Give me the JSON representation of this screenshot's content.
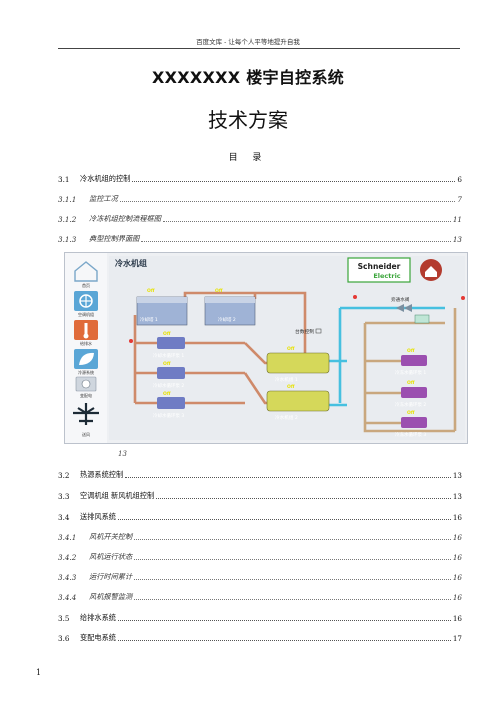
{
  "header": {
    "text": "百度文库 - 让每个人平等地提升自我"
  },
  "title": {
    "main": "XXXXXXX 楼宇自控系统",
    "sub": "技术方案"
  },
  "toc": {
    "heading": "目 录",
    "entries": [
      {
        "num": "3.1",
        "title": "冷水机组的控制",
        "page": "6",
        "level": 1
      },
      {
        "num": "3.1.1",
        "title": "监控工况",
        "page": "7",
        "level": 2
      },
      {
        "num": "3.1.2",
        "title": "冷冻机组控制流程框图",
        "page": "11",
        "level": 2
      },
      {
        "num": "3.1.3",
        "title": "典型控制界面图",
        "page": "13",
        "level": 2
      },
      {
        "num": "3.2",
        "title": "热源系统控制",
        "page": "13",
        "level": 1
      },
      {
        "num": "3.3",
        "title": "空调机组 新风机组控制",
        "page": "13",
        "level": 1
      },
      {
        "num": "3.4",
        "title": "送排风系统",
        "page": "16",
        "level": 1
      },
      {
        "num": "3.4.1",
        "title": "风机开关控制",
        "page": "16",
        "level": 2
      },
      {
        "num": "3.4.2",
        "title": "风机运行状态",
        "page": "16",
        "level": 2
      },
      {
        "num": "3.4.3",
        "title": "运行时间累计",
        "page": "16",
        "level": 2
      },
      {
        "num": "3.4.4",
        "title": "风机报警监测",
        "page": "16",
        "level": 2
      },
      {
        "num": "3.5",
        "title": "给排水系统",
        "page": "16",
        "level": 1
      },
      {
        "num": "3.6",
        "title": "变配电系统",
        "page": "17",
        "level": 1
      }
    ]
  },
  "figure": {
    "caption": "13",
    "panel_title": "冷水机组",
    "brand": "Schneider Electric",
    "sidebar_labels": [
      "首页",
      "空调机组",
      "给排水",
      "冷源系统",
      "变配电",
      "送风"
    ],
    "towers": [
      "冷却塔 1",
      "冷却塔 2"
    ],
    "cooling_pumps": [
      "冷却水循环泵 1",
      "冷却水循环泵 2",
      "冷却水循环泵 3"
    ],
    "chillers": [
      "冷水机组 1",
      "冷水机组 2"
    ],
    "chilled_pumps": [
      "冷冻水循环泵 1",
      "冷冻水循环泵 2",
      "冷冻水循环泵 3"
    ],
    "valve_label": "旁通水阀",
    "control_label": "台数控制",
    "status_text": "Off",
    "colors": {
      "cooling_pipe": "#cf8a6a",
      "chilled_pipe": "#46c0e0",
      "bypass_pipe": "#c9a77e",
      "tower": "#9fb3d6",
      "chiller": "#d5d85a",
      "pump_cool": "#6f7cc4",
      "pump_chilled": "#9b4fb0"
    }
  },
  "page_number": "1"
}
